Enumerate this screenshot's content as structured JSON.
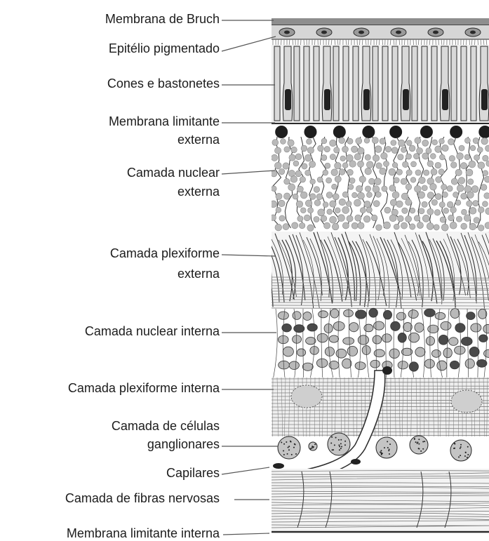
{
  "diagram": {
    "labels": [
      {
        "id": "bruch",
        "lines": [
          "Membrana de Bruch"
        ]
      },
      {
        "id": "epitelio",
        "lines": [
          "Epitélio pigmentado"
        ]
      },
      {
        "id": "cones",
        "lines": [
          "Cones e bastonetes"
        ]
      },
      {
        "id": "limitante-externa",
        "lines": [
          "Membrana limitante",
          "externa"
        ]
      },
      {
        "id": "nuclear-externa",
        "lines": [
          "Camada nuclear",
          "externa"
        ]
      },
      {
        "id": "plexiforme-externa",
        "lines": [
          "Camada plexiforme",
          "externa"
        ]
      },
      {
        "id": "nuclear-interna",
        "lines": [
          "Camada nuclear interna"
        ]
      },
      {
        "id": "plexiforme-interna",
        "lines": [
          "Camada plexiforme interna"
        ]
      },
      {
        "id": "ganglionares",
        "lines": [
          "Camada de células",
          "ganglionares"
        ]
      },
      {
        "id": "capilares",
        "lines": [
          "Capilares"
        ]
      },
      {
        "id": "fibras",
        "lines": [
          "Camada de fibras nervosas"
        ]
      },
      {
        "id": "limitante-interna",
        "lines": [
          "Membrana limitante interna"
        ]
      }
    ]
  },
  "colors": {
    "text": "#1c1c1c",
    "leader": "#555555",
    "ink": "#2a2a2a",
    "cell_fill": "#b9b9b9",
    "cell_dark": "#4a4a4a",
    "band": "#8e8e8e",
    "receptor": "#d9d9d9"
  }
}
